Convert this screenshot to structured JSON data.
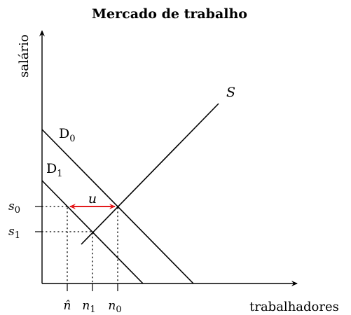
{
  "title": "Mercado de trabalho",
  "axes": {
    "y_label": "salário",
    "x_label": "trabalhadores"
  },
  "curves": {
    "supply": {
      "label": "S"
    },
    "demand_0": {
      "label": "D",
      "sub": "0"
    },
    "demand_1": {
      "label": "D",
      "sub": "1"
    }
  },
  "y_ticks": {
    "s0": {
      "label": "s",
      "sub": "0"
    },
    "s1": {
      "label": "s",
      "sub": "1"
    }
  },
  "x_ticks": {
    "n_hat": {
      "label": "n̂"
    },
    "n1": {
      "label": "n",
      "sub": "1"
    },
    "n0": {
      "label": "n",
      "sub": "0"
    }
  },
  "unemployment": {
    "label": "u",
    "color": "#e31a1c"
  }
}
